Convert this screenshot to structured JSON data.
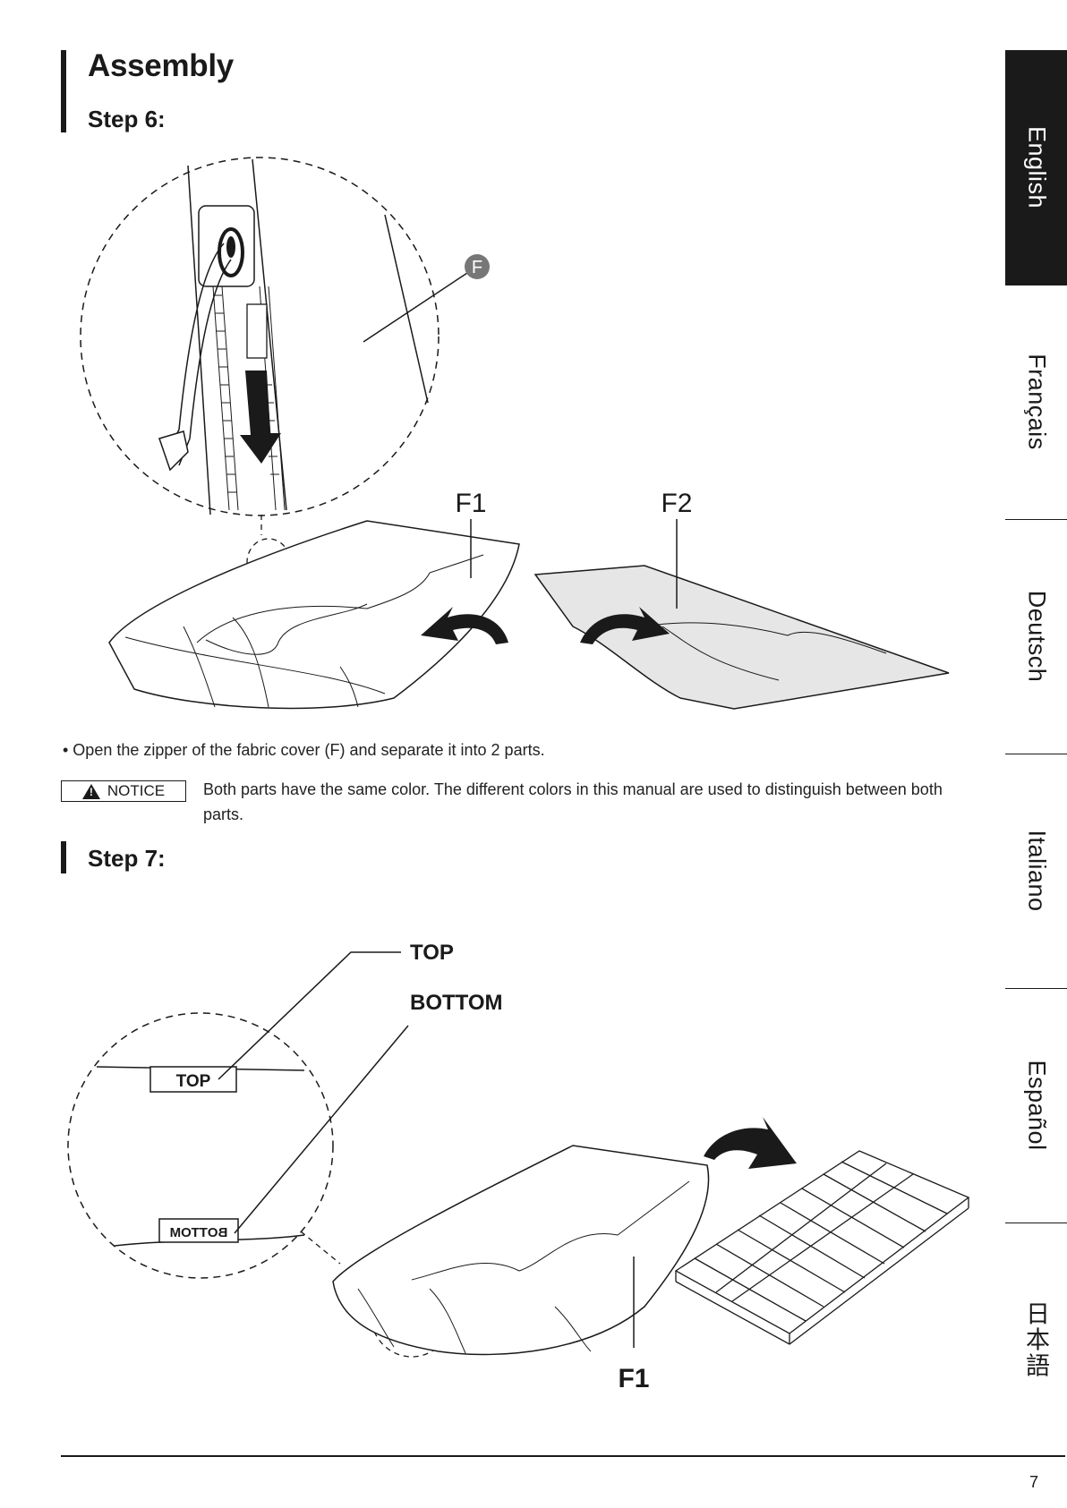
{
  "section_title": "Assembly",
  "step6": {
    "title": "Step 6:",
    "labels": {
      "f_marker": "F",
      "f1": "F1",
      "f2": "F2"
    },
    "bullet": "• Open the zipper of the fabric cover (F) and separate it into 2 parts."
  },
  "notice": {
    "label": "NOTICE",
    "text": "Both parts have the same color. The different colors in this manual are used to distinguish between both parts."
  },
  "step7": {
    "title": "Step 7:",
    "labels": {
      "top": "TOP",
      "bottom": "BOTTOM",
      "tag_top": "TOP",
      "tag_bottom": "BOTTOM",
      "f1": "F1"
    }
  },
  "languages": [
    {
      "label": "English",
      "active": true
    },
    {
      "label": "Français",
      "active": false
    },
    {
      "label": "Deutsch",
      "active": false
    },
    {
      "label": "Italiano",
      "active": false
    },
    {
      "label": "Español",
      "active": false
    },
    {
      "label": "日本語",
      "active": false
    }
  ],
  "page_number": "7"
}
